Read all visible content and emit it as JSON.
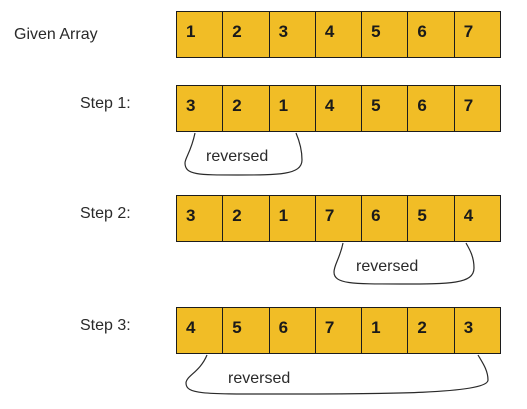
{
  "rows": [
    {
      "label": "Given Array",
      "values": [
        "1",
        "2",
        "3",
        "4",
        "5",
        "6",
        "7"
      ]
    },
    {
      "label": "Step 1:",
      "values": [
        "3",
        "2",
        "1",
        "4",
        "5",
        "6",
        "7"
      ],
      "reversed_label": "reversed"
    },
    {
      "label": "Step 2:",
      "values": [
        "3",
        "2",
        "1",
        "7",
        "6",
        "5",
        "4"
      ],
      "reversed_label": "reversed"
    },
    {
      "label": "Step 3:",
      "values": [
        "4",
        "5",
        "6",
        "7",
        "1",
        "2",
        "3"
      ],
      "reversed_label": "reversed"
    }
  ],
  "colors": {
    "cell_fill": "#f1bd26",
    "border": "#1c1c1c"
  }
}
